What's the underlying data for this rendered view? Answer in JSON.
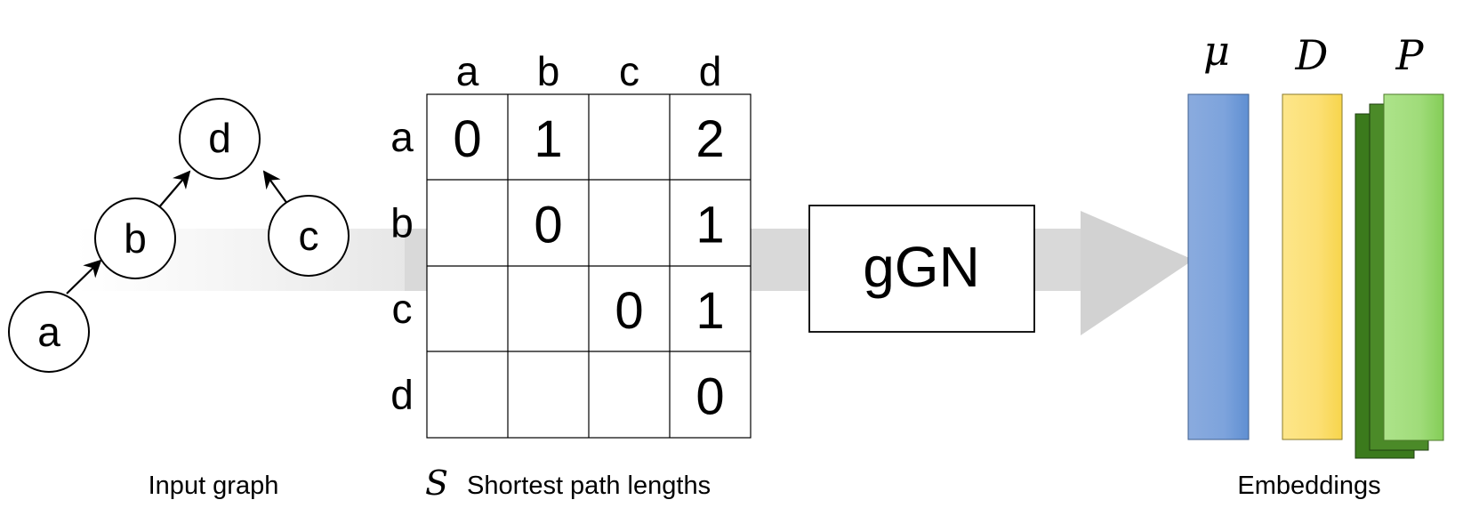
{
  "graph": {
    "caption": "Input graph",
    "nodes": [
      "a",
      "b",
      "c",
      "d"
    ]
  },
  "matrix": {
    "symbol": "S",
    "caption": "Shortest path lengths",
    "col_headers": [
      "a",
      "b",
      "c",
      "d"
    ],
    "row_headers": [
      "a",
      "b",
      "c",
      "d"
    ],
    "cells": [
      [
        "0",
        "1",
        "",
        "2"
      ],
      [
        "",
        "0",
        "",
        "1"
      ],
      [
        "",
        "",
        "0",
        "1"
      ],
      [
        "",
        "",
        "",
        "0"
      ]
    ]
  },
  "model": {
    "label": "gGN"
  },
  "embeddings": {
    "caption": "Embeddings",
    "labels": {
      "mu": "μ",
      "d": "D",
      "p": "P"
    },
    "colors": {
      "mu": "#6f9fdc",
      "d": "#fbdc6a",
      "p_front": "#96d86a",
      "p_back": "#3f7a1e"
    }
  },
  "colors": {
    "arrow": "#d6d6d6",
    "stroke": "#000000"
  }
}
